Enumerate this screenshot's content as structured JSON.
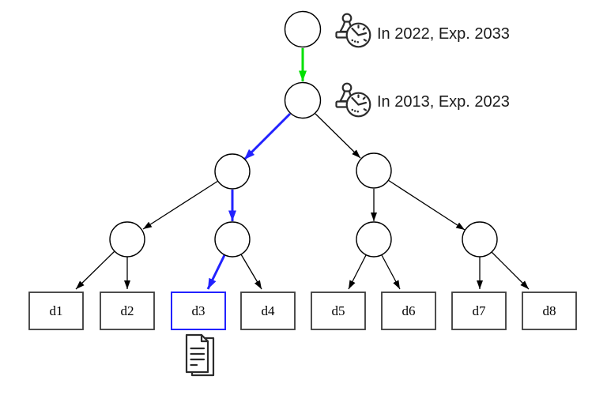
{
  "annotations": [
    {
      "icon": "stamp-clock-icon",
      "text": "In 2022, Exp. 2033"
    },
    {
      "icon": "stamp-clock-icon",
      "text": "In 2013, Exp. 2023"
    }
  ],
  "leaves": [
    "d1",
    "d2",
    "d3",
    "d4",
    "d5",
    "d6",
    "d7",
    "d8"
  ],
  "selected_leaf": "d3",
  "selected_leaf_icon": "documents-icon",
  "highlighted_path": {
    "green_edges": [
      "root-to-node1"
    ],
    "blue_edges": [
      "node1-to-left-subtree",
      "left-subtree-to-inner",
      "inner-to-d3"
    ]
  },
  "colors": {
    "green": "#00e000",
    "blue": "#2222ff",
    "black": "#000000",
    "box_stroke": "#3a3a3a",
    "icon_stroke": "#2b2b2b",
    "text": "#1a1a1a",
    "background": "#ffffff"
  }
}
